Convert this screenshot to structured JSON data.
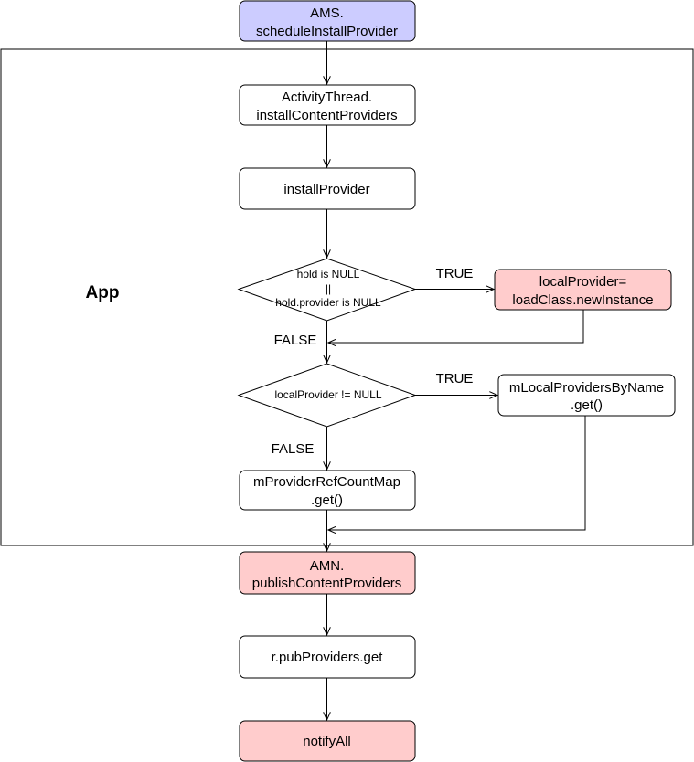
{
  "group": {
    "label": "App"
  },
  "colors": {
    "blue_fill": "#ccccff",
    "red_fill": "#ffcccc",
    "white_fill": "#ffffff",
    "stroke": "#000000"
  },
  "nodes": {
    "ams_schedule": {
      "line1": "AMS.",
      "line2": "scheduleInstallProvider"
    },
    "activity_thread": {
      "line1": "ActivityThread.",
      "line2": "installContentProviders"
    },
    "install_provider": {
      "label": "installProvider"
    },
    "decision_hold": {
      "line1": "hold is NULL",
      "line2": "||",
      "line3": "hold.provider is NULL"
    },
    "local_provider_new": {
      "line1": "localProvider=",
      "line2": "loadClass.newInstance"
    },
    "decision_local": {
      "label": "localProvider != NULL"
    },
    "local_by_name": {
      "line1": "mLocalProvidersByName",
      "line2": ".get()"
    },
    "ref_count_map": {
      "line1": "mProviderRefCountMap",
      "line2": ".get()"
    },
    "amn_publish": {
      "line1": "AMN.",
      "line2": "publishContentProviders"
    },
    "pub_providers": {
      "label": "r.pubProviders.get"
    },
    "notify_all": {
      "label": "notifyAll"
    }
  },
  "edges": {
    "hold_true": "TRUE",
    "hold_false": "FALSE",
    "local_true": "TRUE",
    "local_false": "FALSE"
  }
}
